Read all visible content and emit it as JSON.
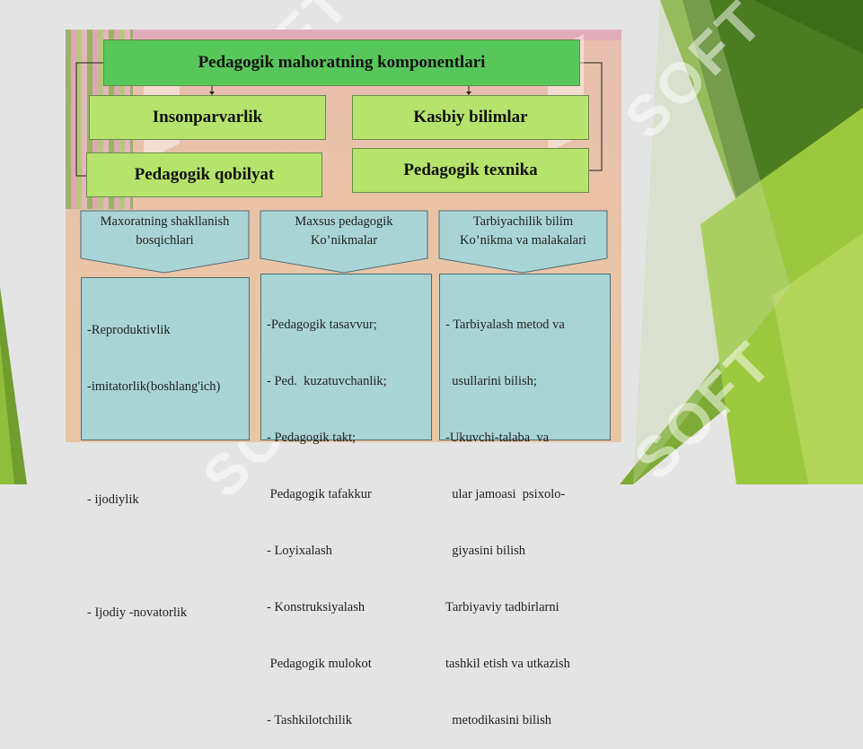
{
  "watermark": "SOFT",
  "diagram": {
    "title": "Pedagogik mahoratning komponentlari",
    "components": [
      "Insonparvarlik",
      "Kasbiy bilimlar",
      "Pedagogik qobilyat",
      "Pedagogik texnika"
    ],
    "columns": [
      {
        "heading": [
          "Maxoratning shakllanish",
          "bosqichlari"
        ],
        "items": [
          "-Reproduktivlik",
          "-imitatorlik(boshlang'ich)",
          "",
          "- ijodiylik",
          "",
          "- Ijodiy -novatorlik"
        ]
      },
      {
        "heading": [
          "Maxsus  pedagogik",
          "Ko’nikmalar"
        ],
        "items": [
          "-Pedagogik tasavvur;",
          "- Ped.  kuzatuvchanlik;",
          "- Pedagogik takt;",
          " Pedagogik tafakkur",
          "- Loyixalash",
          "- Konstruksiyalash",
          " Pedagogik mulokot",
          "- Tashkilotchilik"
        ]
      },
      {
        "heading": [
          "Tarbiyachilik bilim",
          "Ko’nikma va malakalari"
        ],
        "items": [
          "- Tarbiyalash metod va",
          "  usullarini bilish;",
          "-Ukuvchi-talaba  va",
          "  ular jamoasi  psixolo-",
          "  giyasini bilish",
          "Tarbiyaviy tadbirlarni",
          "tashkil etish va utkazish",
          "  metodikasini bilish"
        ]
      }
    ]
  }
}
